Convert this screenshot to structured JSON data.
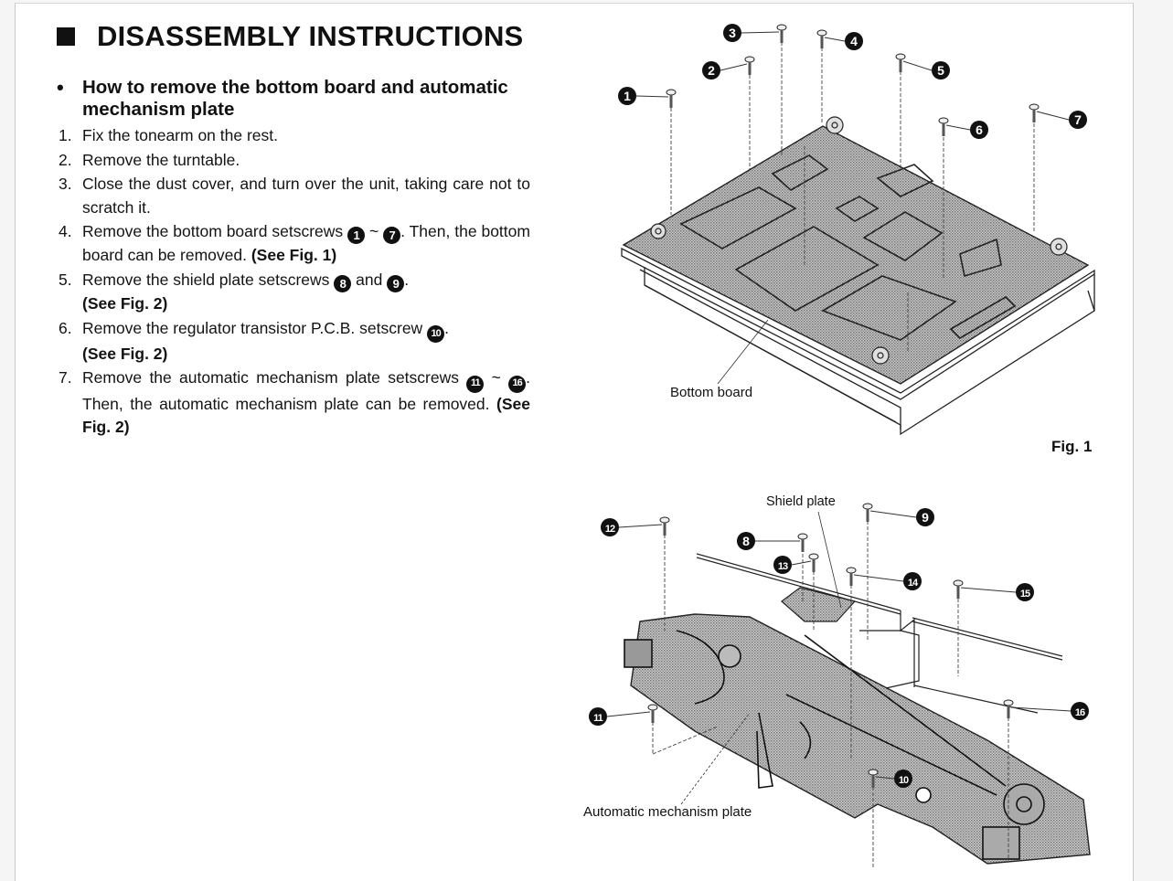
{
  "document": {
    "title": "DISASSEMBLY INSTRUCTIONS",
    "section": {
      "bullet": "•",
      "heading": "How to remove the bottom board and automatic mechanism plate"
    },
    "steps": [
      {
        "num": "1.",
        "text": "Fix the tonearm on the rest."
      },
      {
        "num": "2.",
        "text": "Remove the turntable."
      },
      {
        "num": "3.",
        "text": "Close the dust cover, and turn over the unit, taking care not to scratch it."
      },
      {
        "num": "4.",
        "pre": "Remove the bottom board setscrews",
        "badge_from": "1",
        "sep": "~",
        "badge_to": "7",
        "post": ". Then, the bottom board can be removed.",
        "see": "(See Fig. 1)"
      },
      {
        "num": "5.",
        "pre": "Remove the shield plate setscrews",
        "badge_from": "8",
        "sep": "and",
        "badge_to": "9",
        "post": ".",
        "see": "(See Fig. 2)"
      },
      {
        "num": "6.",
        "pre": "Remove the regulator transistor P.C.B. setscrew",
        "badge": "10",
        "post": ".",
        "see": "(See Fig. 2)"
      },
      {
        "num": "7.",
        "pre": "Remove the automatic mechanism plate setscrews",
        "badge_from": "11",
        "sep": "~",
        "badge_to": "16",
        "post": ". Then, the automatic mechanism plate can be removed.",
        "see": "(See Fig. 2)"
      }
    ]
  },
  "figures": {
    "fig1": {
      "caption": "Fig. 1",
      "part_label": "Bottom board",
      "screws": [
        "1",
        "2",
        "3",
        "4",
        "5",
        "6",
        "7"
      ]
    },
    "fig2": {
      "part_labels": {
        "shield": "Shield plate",
        "auto": "Automatic mechanism plate"
      },
      "screws": [
        "8",
        "9",
        "10",
        "11",
        "12",
        "13",
        "14",
        "15",
        "16"
      ]
    }
  }
}
